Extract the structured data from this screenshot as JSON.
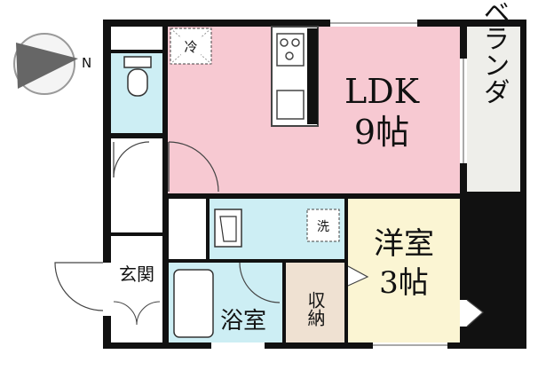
{
  "compass": {
    "north_label": "N"
  },
  "rooms": {
    "ldk": {
      "name": "LDK",
      "size": "9帖",
      "color": "#f7c9d2"
    },
    "balcony": {
      "name": "ベランダ",
      "color": "#eeeeea"
    },
    "western": {
      "name": "洋室",
      "size": "3帖",
      "color": "#fbf5d3"
    },
    "bath": {
      "name": "浴室",
      "color": "#cdeef4"
    },
    "storage": {
      "name": "収納",
      "color": "#efe1d2"
    },
    "entrance": {
      "name": "玄関"
    },
    "toilet": {
      "color": "#cdeef4"
    },
    "washroom": {
      "color": "#cdeef4"
    }
  },
  "fixtures": {
    "fridge": "冷",
    "washer": "洗"
  },
  "colors": {
    "wall": "#111111",
    "floor_white": "#ffffff"
  }
}
